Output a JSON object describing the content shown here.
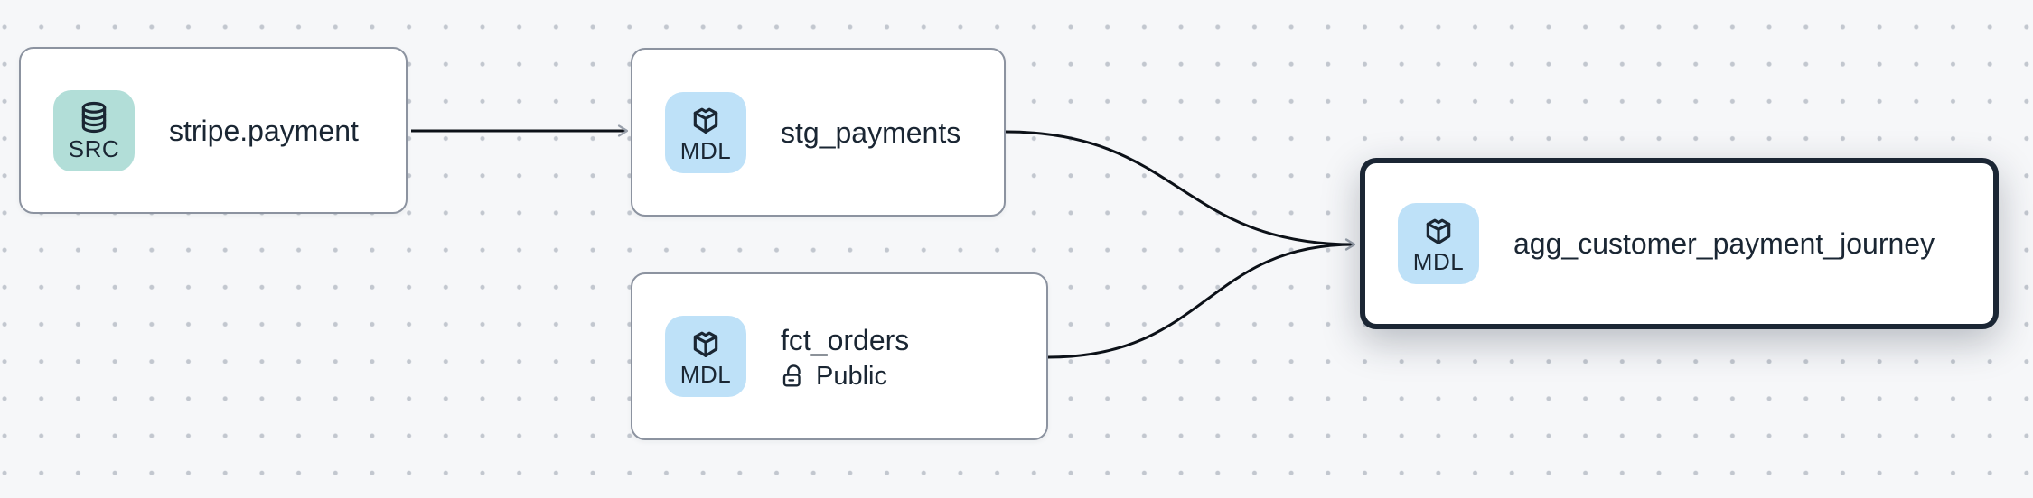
{
  "canvas": {
    "background_color": "#f6f7f9",
    "dot_color": "#c2c7cf",
    "edge_color": "#0c1118",
    "arrowhead_color": "#99a0ab",
    "node_border_color": "#8c93a0",
    "selected_border_color": "#1b2634",
    "text_color": "#1a2633"
  },
  "nodes": [
    {
      "title": "stripe.payment",
      "badge": "SRC",
      "type": "source",
      "icon": "database-icon",
      "badge_color": "#b2ded8",
      "selected": false
    },
    {
      "title": "stg_payments",
      "badge": "MDL",
      "type": "model",
      "icon": "cube-icon",
      "badge_color": "#bee1f8",
      "selected": false
    },
    {
      "title": "fct_orders",
      "badge": "MDL",
      "type": "model",
      "icon": "cube-icon",
      "badge_color": "#bee1f8",
      "access": "Public",
      "access_icon": "lock-open-icon",
      "selected": false
    },
    {
      "title": "agg_customer_payment_journey",
      "badge": "MDL",
      "type": "model",
      "icon": "cube-icon",
      "badge_color": "#bee1f8",
      "selected": true
    }
  ],
  "edges": [
    {
      "from": "stripe.payment",
      "to": "stg_payments"
    },
    {
      "from": "stg_payments",
      "to": "agg_customer_payment_journey"
    },
    {
      "from": "fct_orders",
      "to": "agg_customer_payment_journey"
    }
  ]
}
